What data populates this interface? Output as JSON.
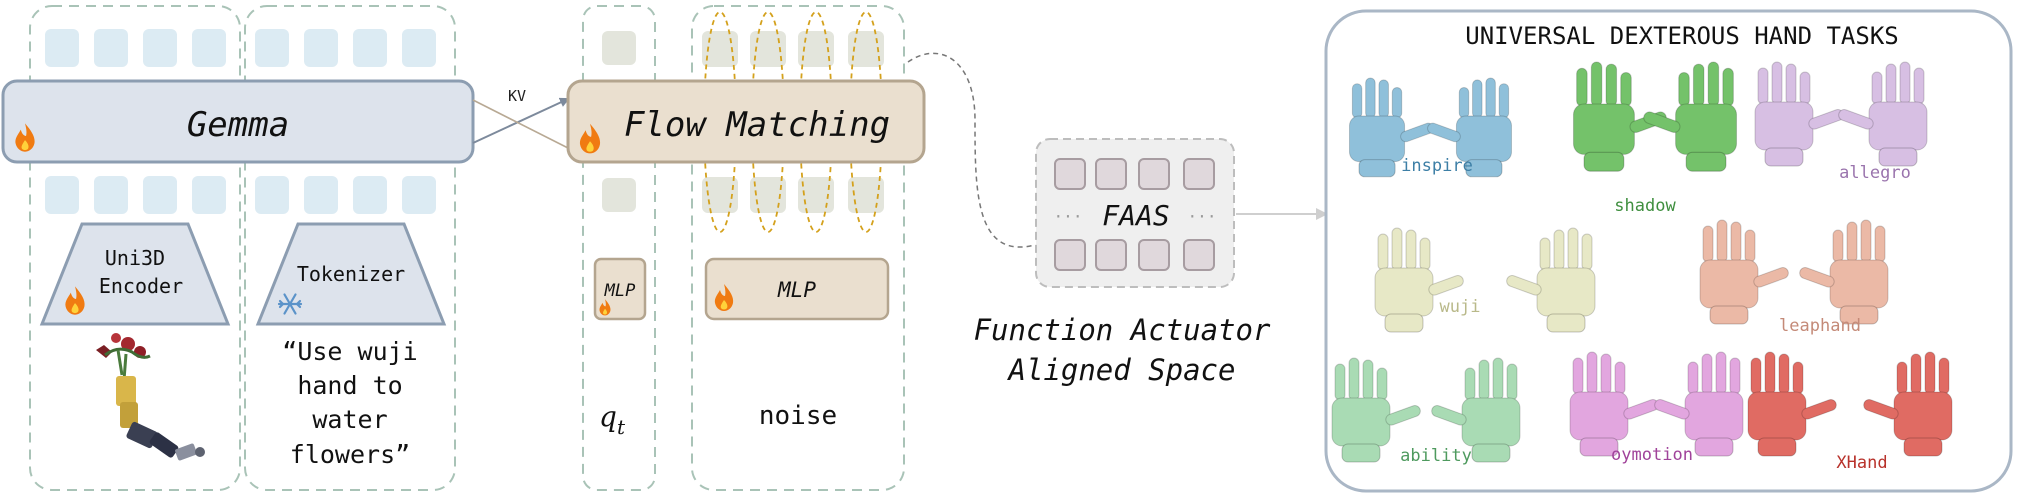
{
  "gemma": {
    "label": "Gemma"
  },
  "kv_label": "KV",
  "flow_matching": {
    "label": "Flow Matching"
  },
  "uni3d_encoder": {
    "line1": "Uni3D",
    "line2": "Encoder"
  },
  "tokenizer": {
    "label": "Tokenizer"
  },
  "instruction": {
    "lines": [
      "“Use wuji",
      "hand to",
      "water",
      "flowers”"
    ]
  },
  "mlp_small": {
    "label": "MLP"
  },
  "mlp_large": {
    "label": "MLP"
  },
  "qt_label": {
    "base": "q",
    "sub": "t"
  },
  "noise_label": "noise",
  "faas": {
    "label": "FAAS",
    "dots": "···"
  },
  "faas_caption": {
    "line1": "Function Actuator",
    "line2": "Aligned Space"
  },
  "tasks": {
    "title": "UNIVERSAL DEXTEROUS HAND TASKS",
    "hands": [
      {
        "name": "inspire",
        "color": "#3d7fa6",
        "hand_color": "#8fc0da"
      },
      {
        "name": "shadow",
        "color": "#3f8f3f",
        "hand_color": "#74c26a"
      },
      {
        "name": "allegro",
        "color": "#9a74ad",
        "hand_color": "#d7bfe3"
      },
      {
        "name": "wuji",
        "color": "#b9b98a",
        "hand_color": "#e7e8c6"
      },
      {
        "name": "leaphand",
        "color": "#c48a78",
        "hand_color": "#ebb9a6"
      },
      {
        "name": "ability",
        "color": "#4e9a5e",
        "hand_color": "#a9dbb4"
      },
      {
        "name": "oymotion",
        "color": "#a0439a",
        "hand_color": "#e2a6df"
      },
      {
        "name": "XHand",
        "color": "#b8322b",
        "hand_color": "#e06b63"
      }
    ]
  },
  "colors": {
    "token_blue": "#dcebf3",
    "token_gray": "#e3e5dc",
    "dashed_border": "#a9c3b7",
    "gemma_fill": "#dde3ec",
    "gemma_border": "#8c9db1",
    "flow_fill": "#eadfcf",
    "flow_border": "#b4a58f",
    "orange_dash": "#d4a11c"
  },
  "icons": {
    "trainable": "fire-icon",
    "frozen": "snowflake-icon",
    "robot_image": "robot-arm-with-flowers-image"
  }
}
